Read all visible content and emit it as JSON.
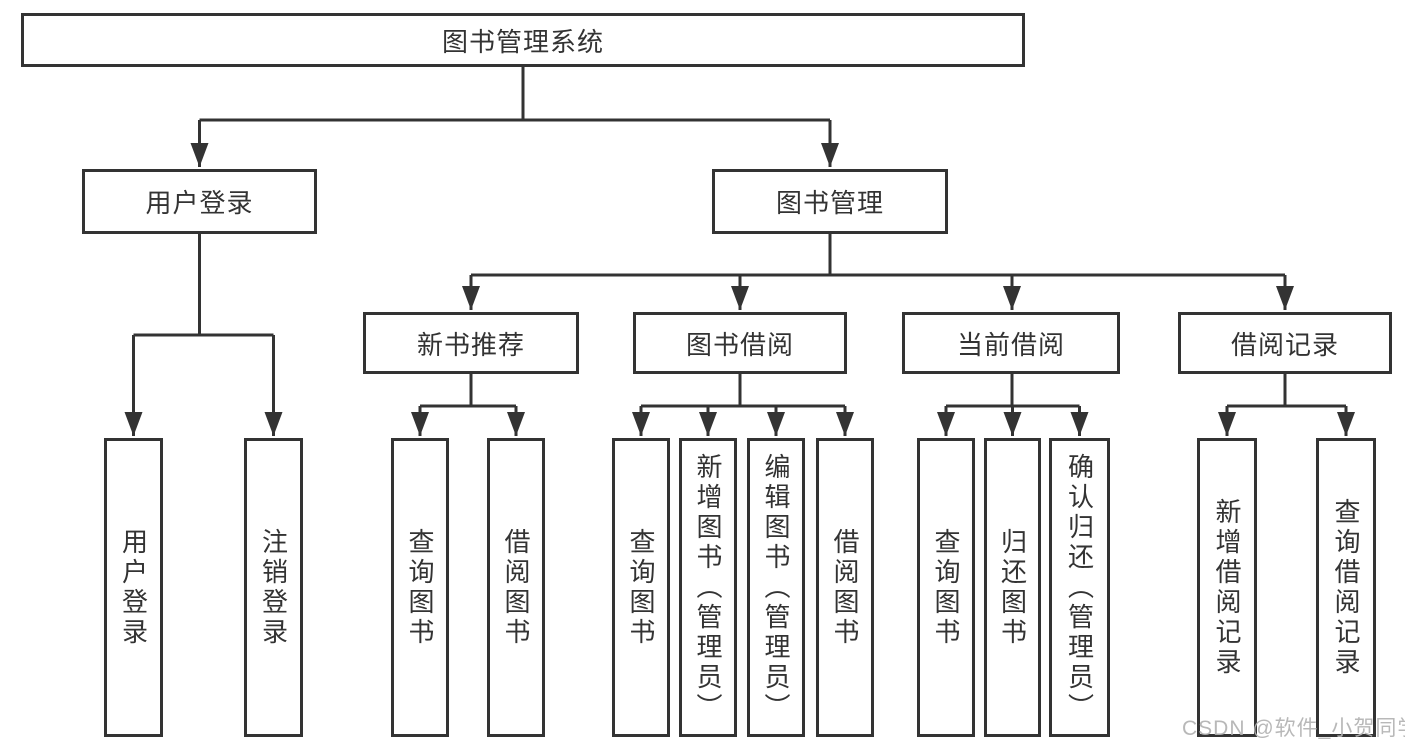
{
  "colors": {
    "stroke": "#333333",
    "text": "#333333",
    "background": "#ffffff",
    "watermark_gray": "#b2b2b2"
  },
  "watermark": "CSDN @软件_小贺同学",
  "tree": {
    "label": "图书管理系统",
    "children": [
      {
        "label": "用户登录",
        "children": [
          {
            "label": "用户登录"
          },
          {
            "label": "注销登录"
          }
        ]
      },
      {
        "label": "图书管理",
        "children": [
          {
            "label": "新书推荐",
            "children": [
              {
                "label": "查询图书"
              },
              {
                "label": "借阅图书"
              }
            ]
          },
          {
            "label": "图书借阅",
            "children": [
              {
                "label": "查询图书"
              },
              {
                "label": "新增图书（管理员）"
              },
              {
                "label": "编辑图书（管理员）"
              },
              {
                "label": "借阅图书"
              }
            ]
          },
          {
            "label": "当前借阅",
            "children": [
              {
                "label": "查询图书"
              },
              {
                "label": "归还图书"
              },
              {
                "label": "确认归还（管理员）"
              }
            ]
          },
          {
            "label": "借阅记录",
            "children": [
              {
                "label": "新增借阅记录"
              },
              {
                "label": "查询借阅记录"
              }
            ]
          }
        ]
      }
    ]
  }
}
